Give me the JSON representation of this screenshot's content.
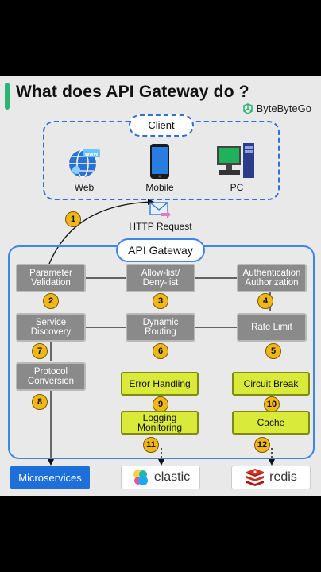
{
  "title": "What does API Gateway do ?",
  "brand": "ByteByteGo",
  "client": {
    "label": "Client",
    "devices": [
      "Web",
      "Mobile",
      "PC"
    ]
  },
  "http_request": "HTTP Request",
  "gateway": {
    "label": "API Gateway",
    "steps": [
      {
        "num": "1"
      },
      {
        "num": "2",
        "label_lines": [
          "Parameter",
          "Validation"
        ]
      },
      {
        "num": "3",
        "label_lines": [
          "Allow-list/",
          "Deny-list"
        ]
      },
      {
        "num": "4",
        "label_lines": [
          "Authentication",
          "Authorization"
        ]
      },
      {
        "num": "5",
        "label_lines": [
          "Rate Limit"
        ]
      },
      {
        "num": "6",
        "label_lines": [
          "Dynamic",
          "Routing"
        ]
      },
      {
        "num": "7",
        "label_lines": [
          "Service",
          "Discovery"
        ]
      },
      {
        "num": "8",
        "label_lines": [
          "Protocol",
          "Conversion"
        ]
      },
      {
        "num": "9",
        "label_lines": [
          "Error Handling"
        ]
      },
      {
        "num": "10",
        "label_lines": [
          "Circuit Break"
        ]
      },
      {
        "num": "11",
        "label_lines": [
          "Logging",
          "Monitoring"
        ]
      },
      {
        "num": "12",
        "label_lines": [
          "Cache"
        ]
      }
    ]
  },
  "outputs": {
    "microservices": "Microservices",
    "elastic": "elastic",
    "redis": "redis"
  },
  "colors": {
    "accent": "#2ab574",
    "blue": "#2f6fd6",
    "gray_node": "#8a8a8a",
    "yellow_node": "#d9ea3a",
    "number_badge": "#f0b719",
    "microservices": "#1e6fd9",
    "redis": "#d82c20"
  }
}
